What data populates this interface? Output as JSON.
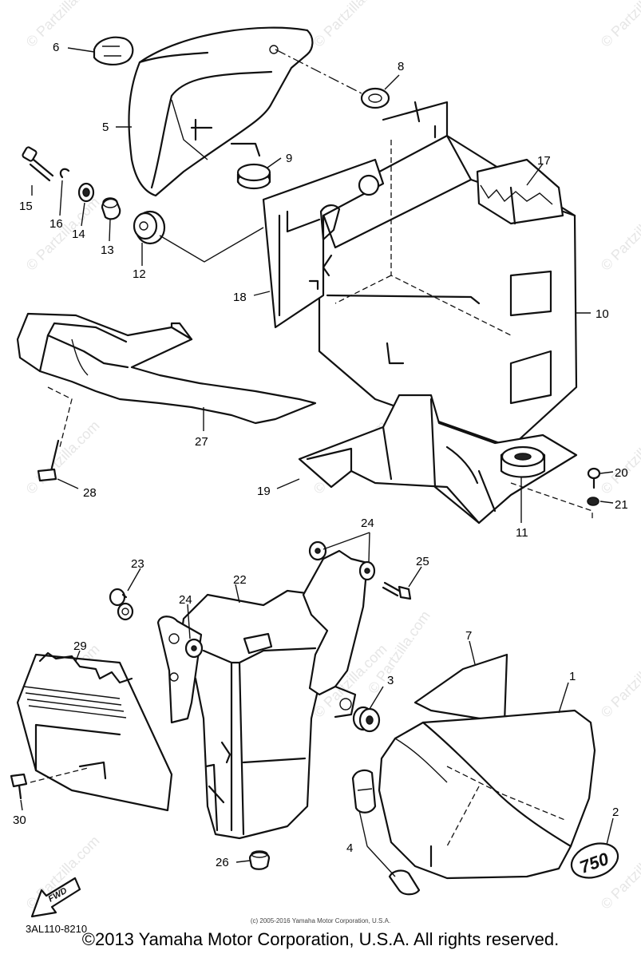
{
  "diagram": {
    "diagram_code": "3AL110-8210",
    "fwd_label": "FWD",
    "badge_text": "750",
    "watermark": "© Partzilla.com",
    "callouts": {
      "c1": "1",
      "c2": "2",
      "c3": "3",
      "c4": "4",
      "c5": "5",
      "c6": "6",
      "c7": "7",
      "c8": "8",
      "c9": "9",
      "c10": "10",
      "c11": "11",
      "c12": "12",
      "c13": "13",
      "c14": "14",
      "c15": "15",
      "c16": "16",
      "c17": "17",
      "c18": "18",
      "c19": "19",
      "c20": "20",
      "c21": "21",
      "c22": "22",
      "c23": "23",
      "c24a": "24",
      "c24b": "24",
      "c25": "25",
      "c26": "26",
      "c27": "27",
      "c28": "28",
      "c29": "29",
      "c30": "30"
    }
  },
  "footer": {
    "small_copyright": "(c) 2005-2016 Yamaha Motor Corporation, U.S.A.",
    "copyright": "©2013 Yamaha Motor Corporation, U.S.A. All rights reserved."
  }
}
